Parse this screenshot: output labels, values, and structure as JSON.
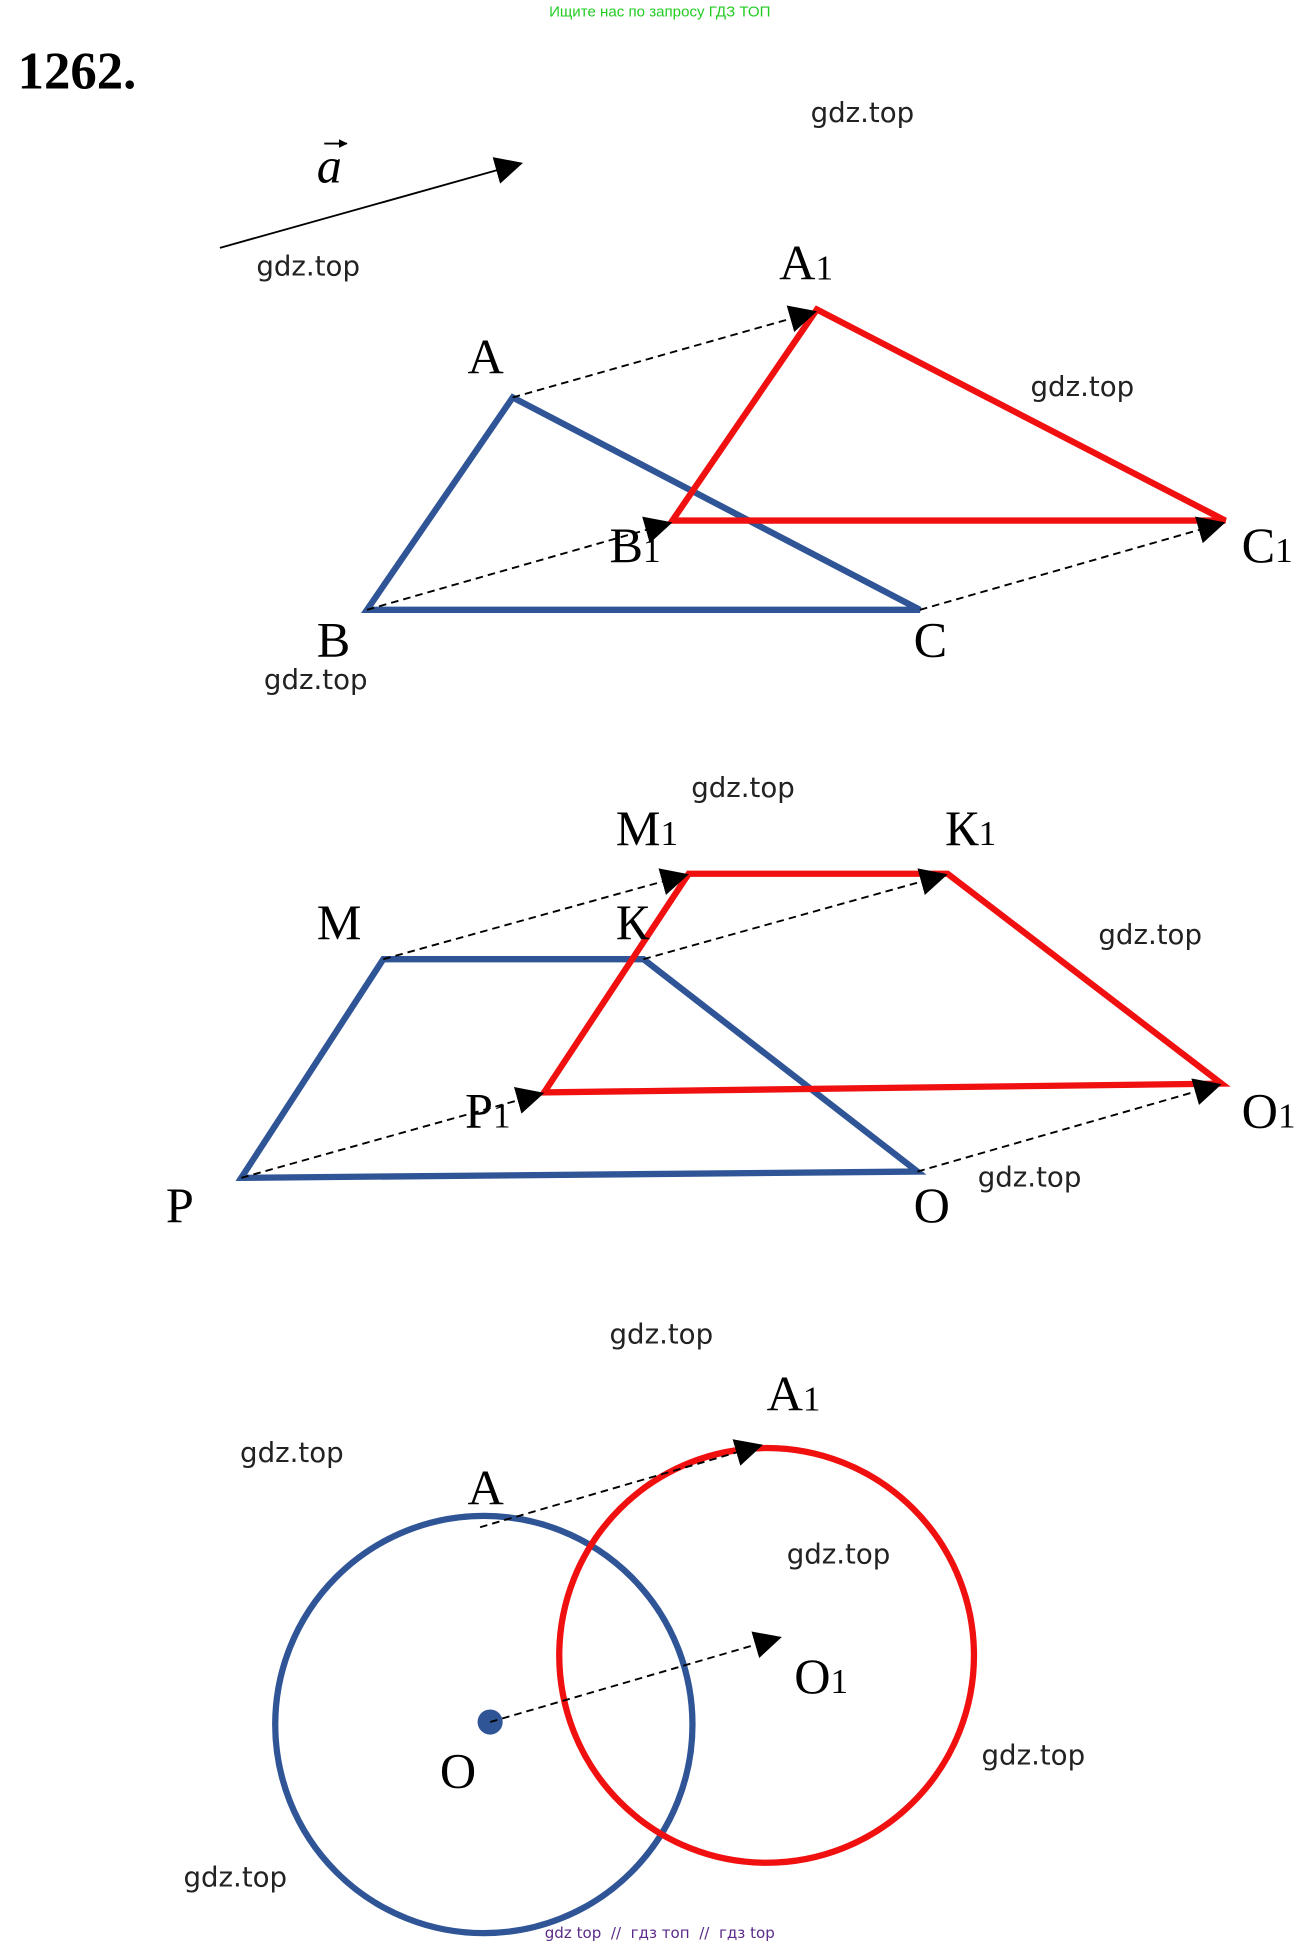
{
  "header_banner": "Ищите нас по запросу ГДЗ ТОП",
  "problem_number": "1262.",
  "vector_label": "a",
  "figure1": {
    "A": "A",
    "B": "B",
    "C": "C",
    "A1": "A",
    "B1": "B",
    "C1": "C",
    "sub": "1"
  },
  "figure2": {
    "M": "M",
    "K": "К",
    "O": "O",
    "P": "P",
    "M1": "M",
    "K1": "К",
    "O1": "O",
    "P1": "P",
    "sub": "1"
  },
  "figure3": {
    "A": "A",
    "O": "O",
    "A1": "A",
    "O1": "O",
    "sub": "1"
  },
  "watermark": "gdz.top",
  "footer": "gdz top  //  гдз топ  //  гдз top",
  "colors": {
    "original": "#2f5597",
    "image": "#f01010",
    "banner": "#22cc22",
    "footer": "#5a2a8a"
  }
}
